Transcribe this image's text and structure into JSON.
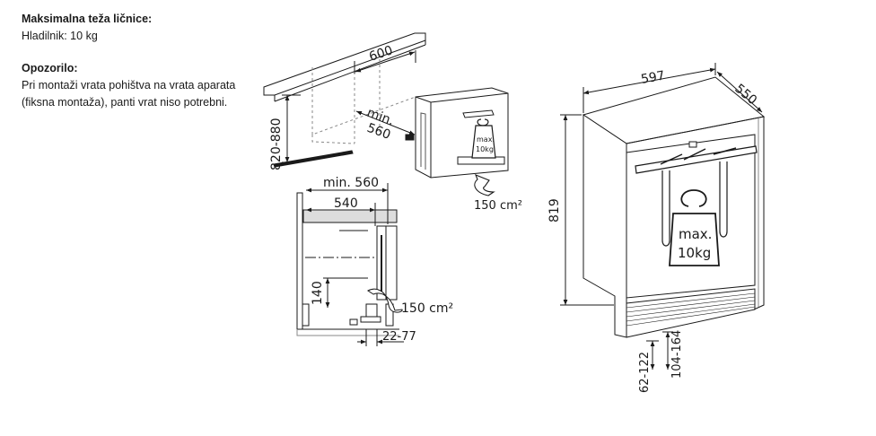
{
  "notes": {
    "load_heading": "Maksimalna teža ličnice:",
    "load_value": "Hladilnik: 10 kg",
    "warning_heading": "Opozorilo:",
    "warning_line1": "Pri montaži vrata pohištva na vrata aparata",
    "warning_line2": "(fiksna montaža), panti vrat niso potrebni."
  },
  "niche": {
    "width": "600",
    "depth_min": "min.",
    "depth_value": "560",
    "height": "820-880",
    "vent": "150 cm²"
  },
  "section": {
    "min_depth": "min. 560",
    "depth": "540",
    "gap_height": "140",
    "vent": "150 cm²",
    "plinth": "22-77"
  },
  "appliance": {
    "width": "597",
    "depth": "550",
    "height": "819",
    "plinth_a": "62-122",
    "plinth_b": "104-164",
    "weight_line1": "max.",
    "weight_line2": "10 kg",
    "weight_line2_large": "10kg"
  }
}
